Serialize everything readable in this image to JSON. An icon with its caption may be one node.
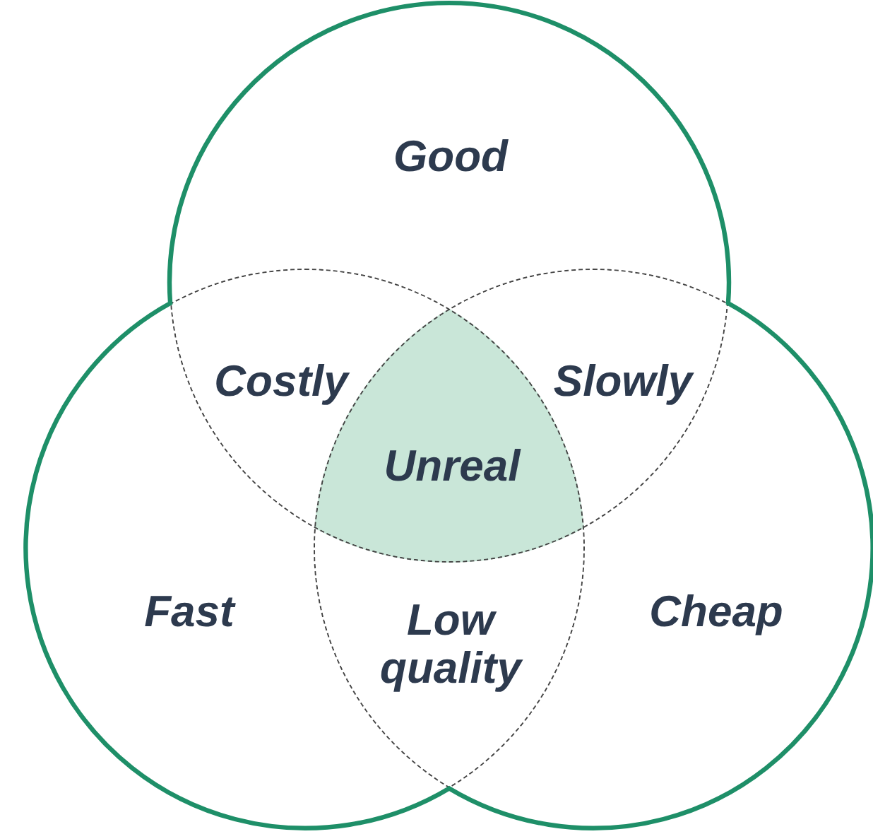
{
  "diagram": {
    "nodes": [
      {
        "text": [
          "Good"
        ]
      },
      {
        "text": [
          "Fast"
        ]
      },
      {
        "text": [
          "Cheap"
        ]
      }
    ],
    "edges": [],
    "labels": [
      "Costly",
      "Slowly",
      "Unreal",
      "Low quality"
    ]
  }
}
